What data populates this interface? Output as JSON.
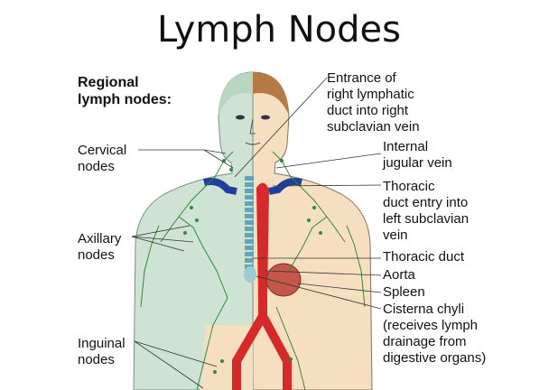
{
  "title": "Lymph Nodes",
  "header_label": "Regional\nlymph nodes:",
  "left_labels": {
    "cervical": "Cervical\nnodes",
    "axillary": "Axillary\nnodes",
    "inguinal": "Inguinal\nnodes"
  },
  "right_labels": {
    "entrance": "Entrance of\nright lymphatic\nduct into right\nsubclavian vein",
    "internal_jugular": "Internal\njugular vein",
    "thoracic_entry": "Thoracic\nduct entry into\nleft subclavian\nvein",
    "thoracic_duct": "Thoracic duct",
    "aorta": "Aorta",
    "spleen": "Spleen",
    "cisterna": "Cisterna chyli\n(receives lymph\ndrainage from\ndigestive organs)"
  },
  "colors": {
    "lymph_side": "#cfe3d4",
    "body_side": "#f6dfc0",
    "hair": "#b87a45",
    "vein": "#1f3f9c",
    "artery": "#d62a2a",
    "duct": "#5fa7b8",
    "spleen": "#c3584a",
    "vessel": "#2e8b3a"
  }
}
